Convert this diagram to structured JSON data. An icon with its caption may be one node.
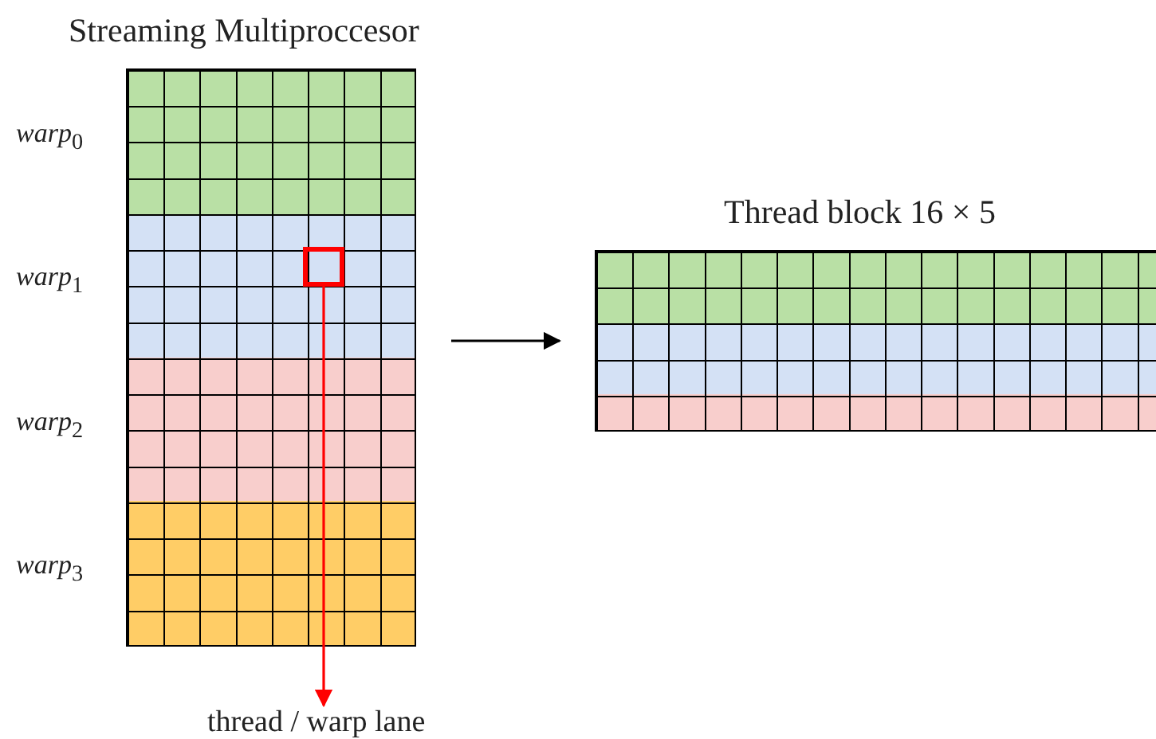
{
  "diagram": {
    "nodes": [
      {
        "text": [
          "Streaming Multiproccesor"
        ]
      },
      {
        "text": [],
        "shape": "box",
        "in": 0
      },
      {
        "text": [
          "Thread block 16 × 5"
        ]
      },
      {
        "text": [
          "thread / warp lane"
        ]
      }
    ],
    "edges": [
      {
        "from": 0,
        "to": 2,
        "arrow": "to"
      },
      {
        "from": 1,
        "to": 3,
        "arrow": "to",
        "color": "#ff0000"
      }
    ],
    "labels": [
      "*warp*$_{0}$",
      "*warp*$_{1}$",
      "*warp*$_{2}$",
      "*warp*$_{3}$"
    ]
  }
}
